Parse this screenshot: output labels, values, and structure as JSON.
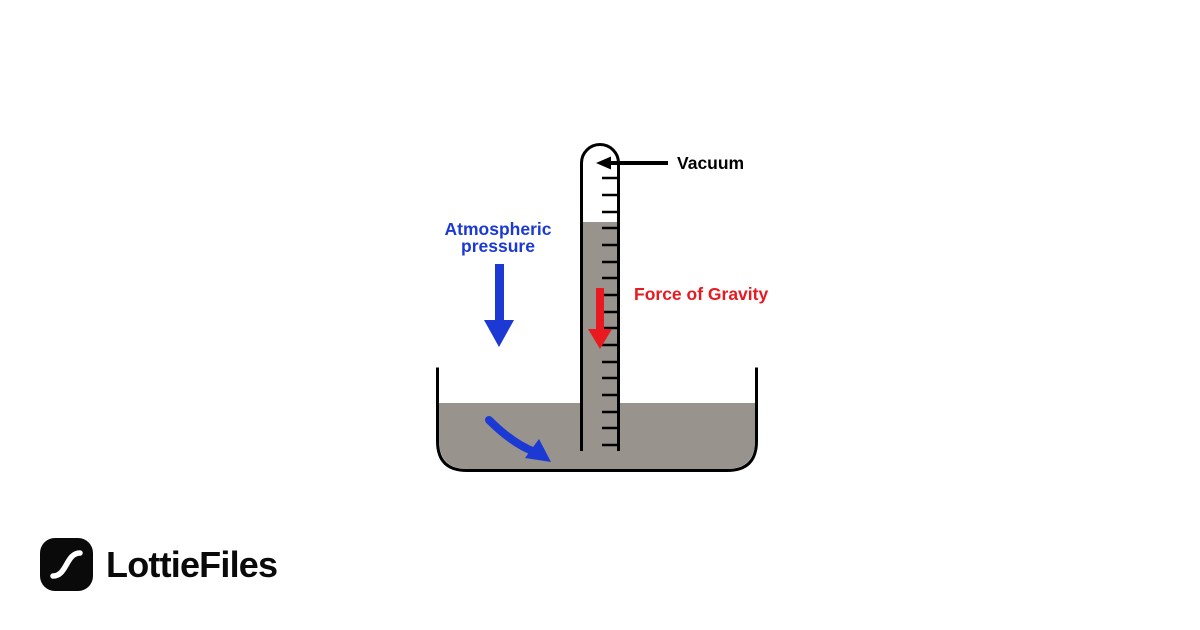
{
  "card": {
    "background": "#FFFFFF",
    "description": "Barometer physics diagram"
  },
  "diagram": {
    "labels": {
      "vacuum": "Vacuum",
      "atmospheric_line1": "Atmospheric",
      "atmospheric_line2": "pressure",
      "force_of_gravity": "Force of Gravity"
    },
    "colors": {
      "liquid": "#98948D",
      "outline": "#000000",
      "blue": "#1C39D4",
      "red": "#E8191F",
      "tube_interior": "#FFFFFF"
    },
    "scale_tick_count": 17
  },
  "branding": {
    "logo_text": "LottieFiles",
    "logo_color": "#0A0A0A",
    "logo_icon": "lottiefiles-motion-curve-icon"
  }
}
